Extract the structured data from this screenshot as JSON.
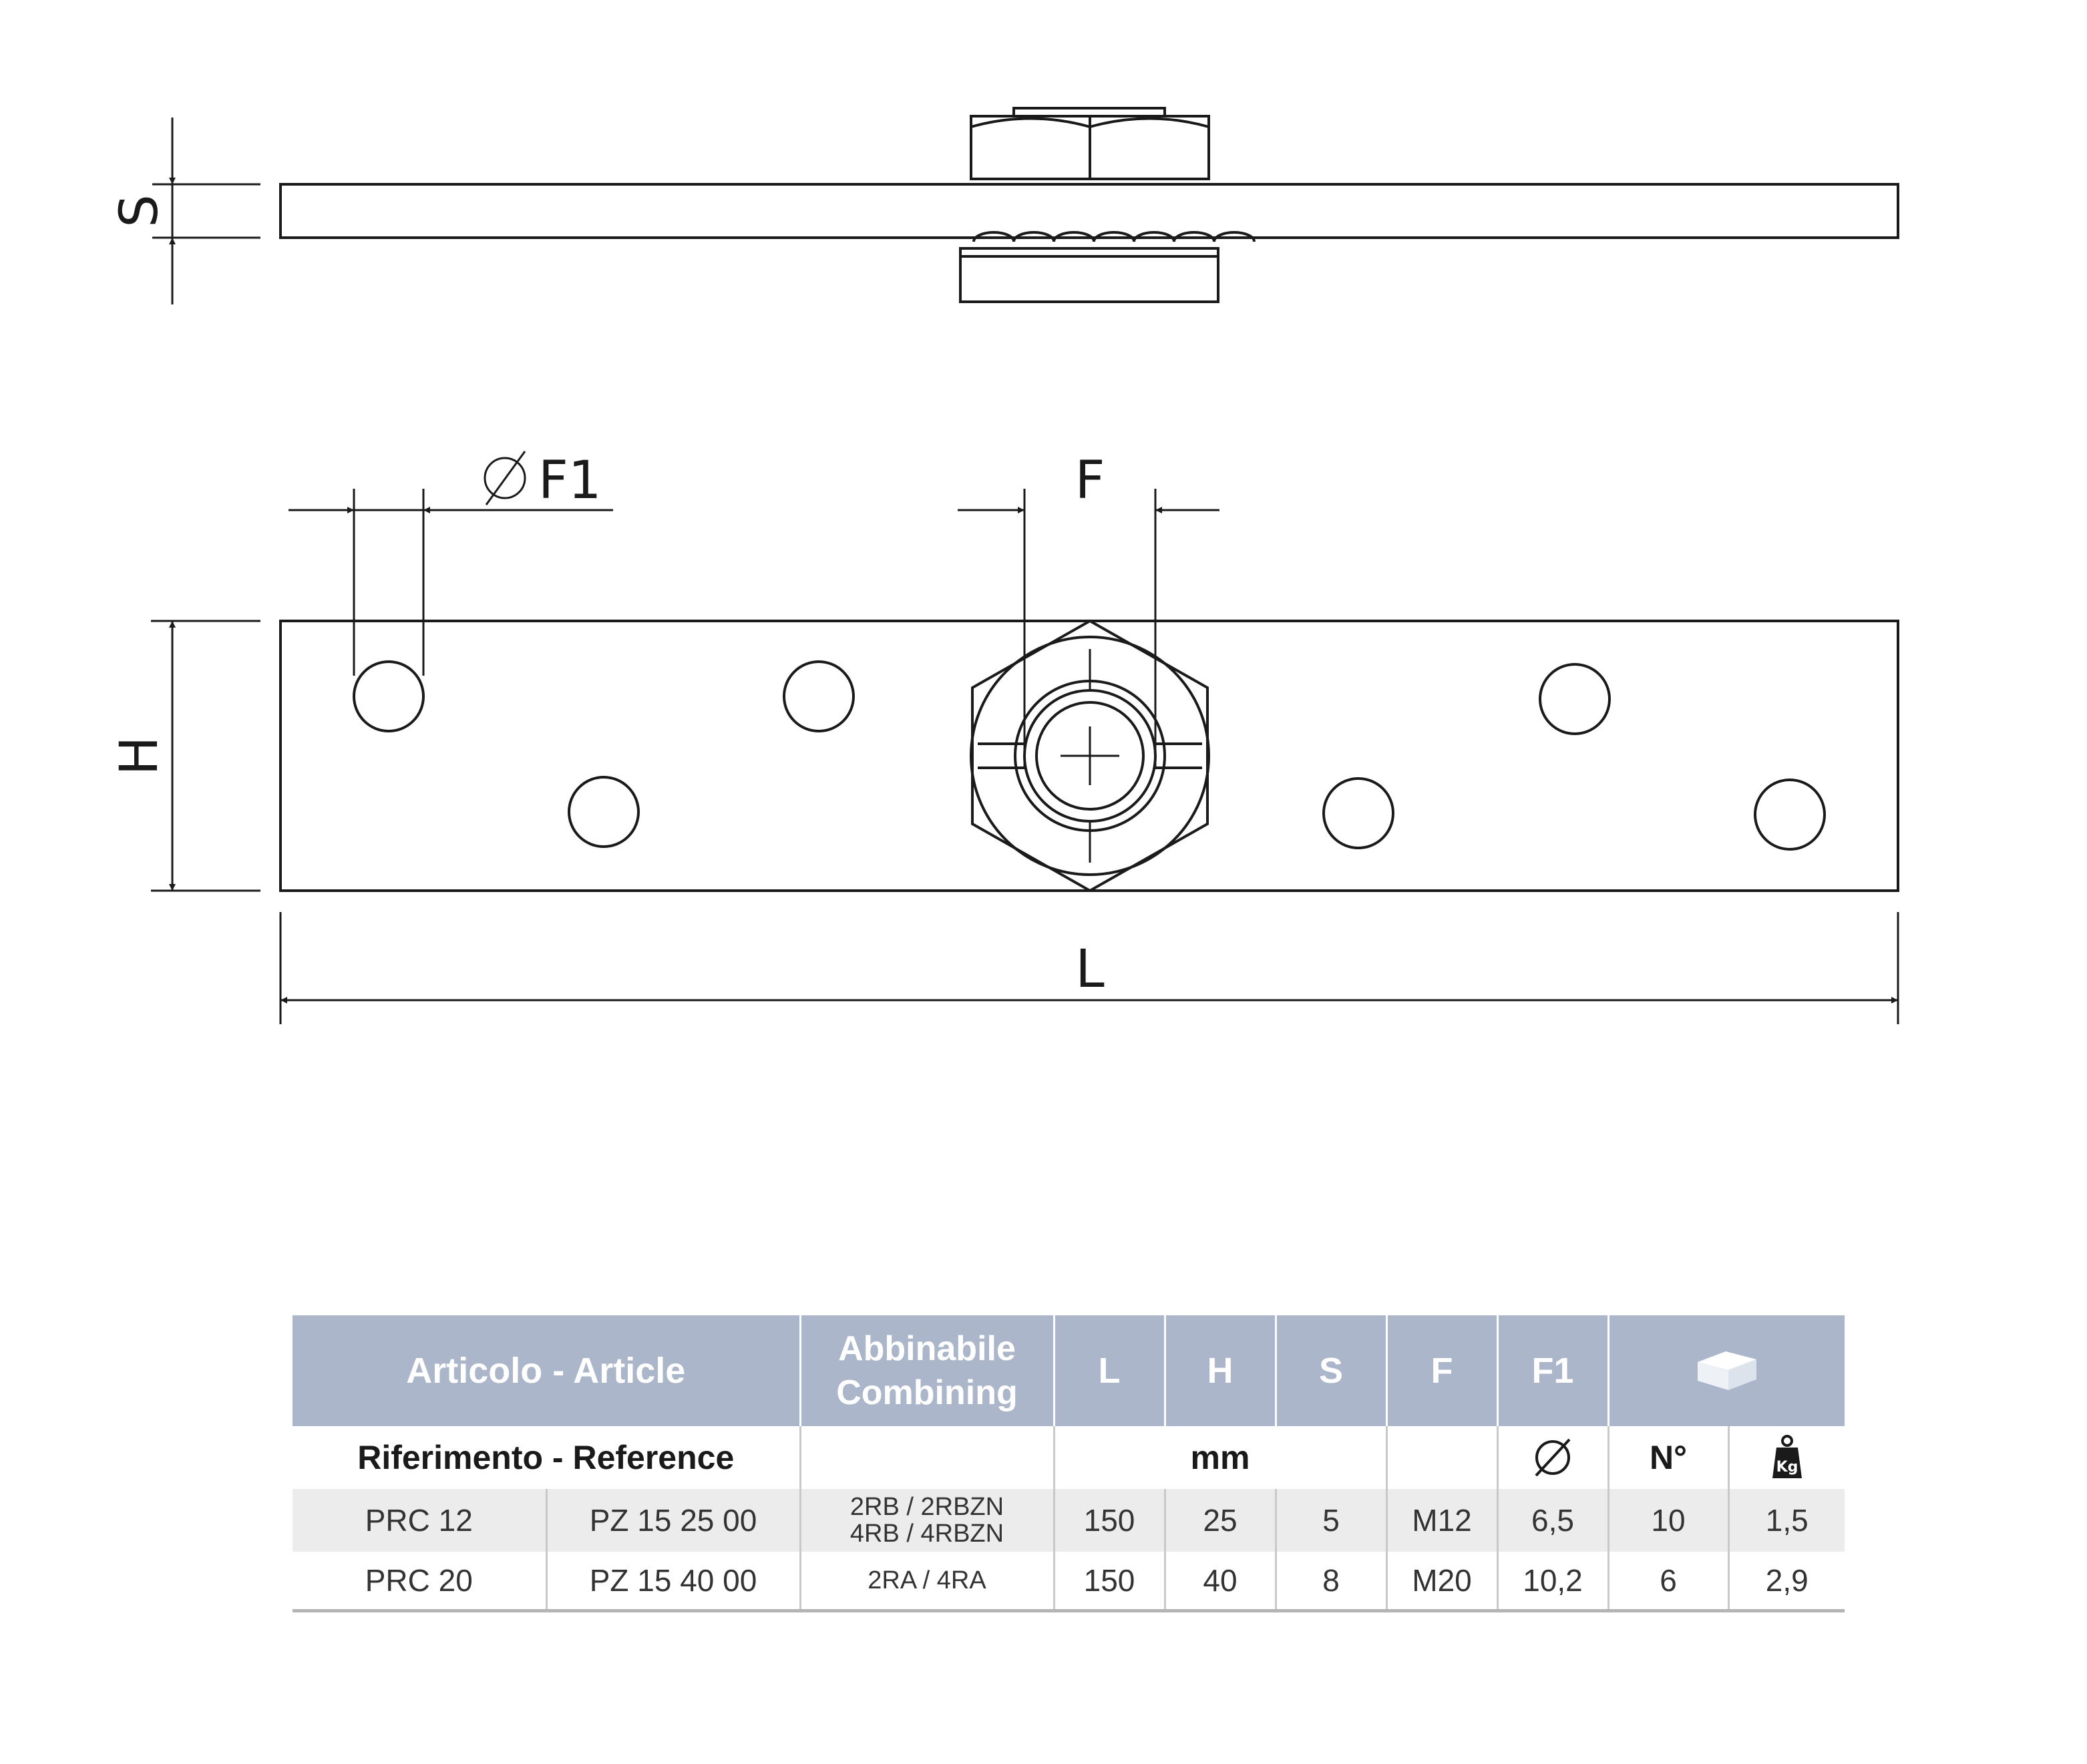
{
  "drawing": {
    "labels": {
      "s": "S",
      "h": "H",
      "l": "L",
      "f": "F",
      "f1": "F1"
    }
  },
  "table": {
    "header": {
      "article": "Articolo - Article",
      "combining_line1": "Abbinabile",
      "combining_line2": "Combining",
      "l": "L",
      "h": "H",
      "s": "S",
      "f": "F",
      "f1": "F1",
      "package_icon": "box-icon"
    },
    "subheader": {
      "reference": "Riferimento - Reference",
      "unit": "mm",
      "diameter_icon": "diameter-icon",
      "count": "N°",
      "weight_icon": "weight-kg-icon",
      "weight_icon_text": "Kg"
    },
    "rows": [
      {
        "name": "PRC 12",
        "code": "PZ 15 25 00",
        "combining": [
          "2RB / 2RBZN",
          "4RB / 4RBZN"
        ],
        "l": "150",
        "h": "25",
        "s": "5",
        "f": "M12",
        "f1": "6,5",
        "n": "10",
        "kg": "1,5"
      },
      {
        "name": "PRC 20",
        "code": "PZ 15 40 00",
        "combining": [
          "2RA / 4RA"
        ],
        "l": "150",
        "h": "40",
        "s": "8",
        "f": "M20",
        "f1": "10,2",
        "n": "6",
        "kg": "2,9"
      }
    ]
  },
  "colors": {
    "header_bg": "#abb6cb",
    "row_alt_bg": "#ececec",
    "line": "#1a1a1a"
  }
}
